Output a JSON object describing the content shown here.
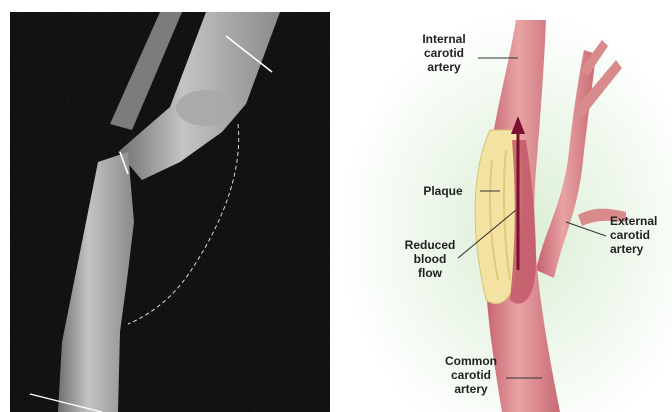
{
  "illustration": {
    "labels": {
      "internal_carotid": [
        "Internal",
        "carotid",
        "artery"
      ],
      "plaque": [
        "Plaque"
      ],
      "reduced_flow": [
        "Reduced",
        "blood",
        "flow"
      ],
      "external_carotid": [
        "External",
        "carotid",
        "artery"
      ],
      "common_carotid": [
        "Common",
        "carotid",
        "artery"
      ]
    }
  },
  "colors": {
    "background": "#ffffff",
    "angiogram_bg": "#050505",
    "vessel_gray": "#b8b8b8",
    "artery_red": "#d98a8a",
    "artery_dark": "#b8556a",
    "plaque_yellow": "#f3e2a2",
    "flow_arrow": "#7a1030",
    "glow_green": "#e3f1dc"
  }
}
